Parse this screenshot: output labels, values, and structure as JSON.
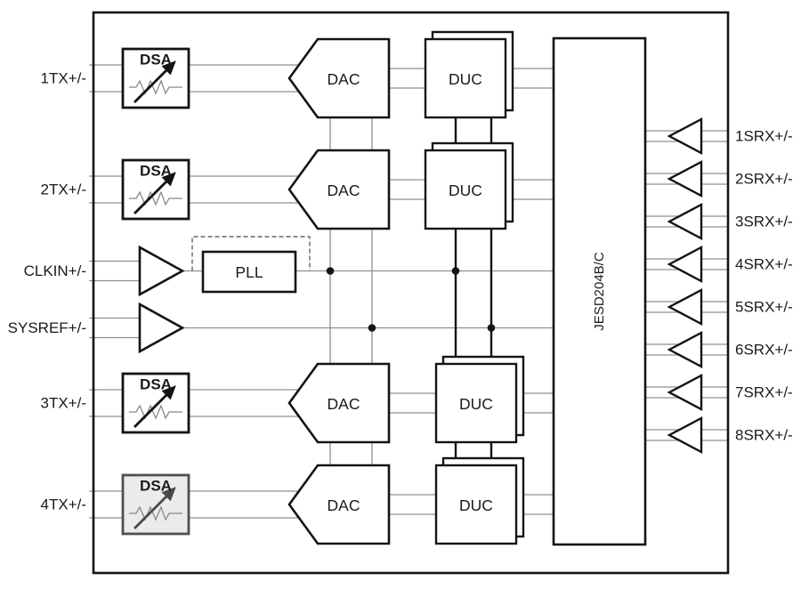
{
  "blocks": {
    "dsa_label": "DSA",
    "dac_label": "DAC",
    "duc_label": "DUC",
    "pll_label": "PLL",
    "jesd_label": "JESD204B/C"
  },
  "ports": {
    "tx": [
      {
        "label": "1TX+/-",
        "disabled": false
      },
      {
        "label": "2TX+/-",
        "disabled": false
      },
      {
        "label": "3TX+/-",
        "disabled": false
      },
      {
        "label": "4TX+/-",
        "disabled": true
      }
    ],
    "clkin_label": "CLKIN+/-",
    "sysref_label": "SYSREF+/-",
    "srx": [
      {
        "label": "1SRX+/-"
      },
      {
        "label": "2SRX+/-"
      },
      {
        "label": "3SRX+/-"
      },
      {
        "label": "4SRX+/-"
      },
      {
        "label": "5SRX+/-"
      },
      {
        "label": "6SRX+/-"
      },
      {
        "label": "7SRX+/-"
      },
      {
        "label": "8SRX+/-"
      }
    ]
  },
  "icons": {
    "dsa_symbol": "variable-attenuator-icon",
    "clkin_buffer": "buffer-triangle-icon",
    "sysref_buffer": "buffer-triangle-icon",
    "srx_buffer": "buffer-triangle-icon",
    "clock_junction": "junction-dot"
  },
  "colors": {
    "background": "#ffffff",
    "wire_gray": "#8f8f8f",
    "outline_black": "#141414",
    "text_color": "#1a1a1a",
    "dashed_bypass": "#666666",
    "disabled_fill": "#ebebeb",
    "disabled_stroke": "#4f4f4f",
    "disabled_arrow": "#4a4a4a"
  }
}
